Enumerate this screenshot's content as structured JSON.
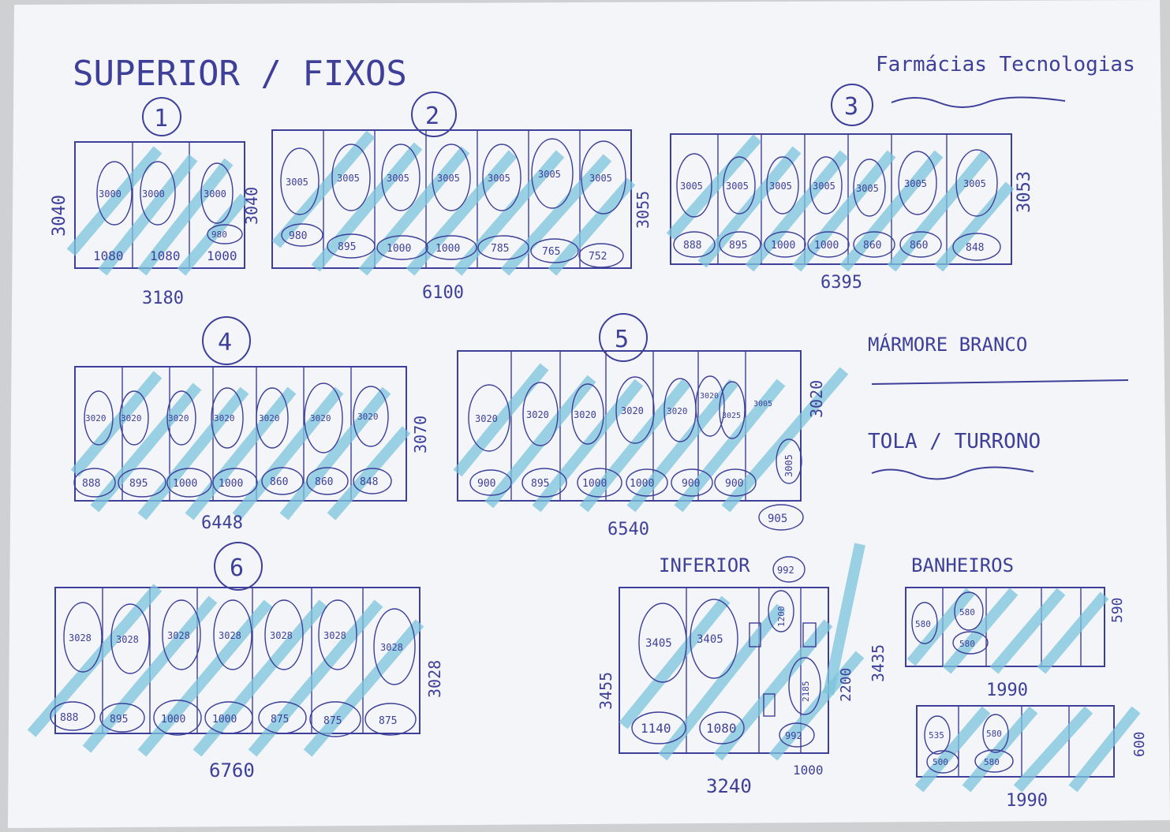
{
  "colors": {
    "ink": "#3d3f99",
    "hatch": "#7cc4dc",
    "paper": "#f4f5f8",
    "background": "#cfd0d2"
  },
  "title": "SUPERIOR / FIXOS",
  "header_right": "Farmácias Tecnologias",
  "notes": {
    "marble": "MÁRMORE BRANCO",
    "finish": "TOLA / TURRONO"
  },
  "sections": {
    "inferior": "INFERIOR",
    "banheiros": "BANHEIROS"
  },
  "panels": [
    {
      "number": "1",
      "height": "3040",
      "width": "3180",
      "top_labels": [
        "3000",
        "3000",
        "3000"
      ],
      "bottom_labels": [
        "1080",
        "1080",
        "1000"
      ],
      "extra": [
        "980"
      ]
    },
    {
      "number": "2",
      "height": "3040",
      "width": "6100",
      "right_height": "3055",
      "top_labels": [
        "3005",
        "3005",
        "3005",
        "3005",
        "3005",
        "3005",
        "3005"
      ],
      "bottom_labels": [
        "980",
        "895",
        "1000",
        "1000",
        "785",
        "765",
        "752"
      ]
    },
    {
      "number": "3",
      "height": "3053",
      "width": "6395",
      "top_labels": [
        "3005",
        "3005",
        "3005",
        "3005",
        "3005",
        "3005",
        "3005"
      ],
      "bottom_labels": [
        "888",
        "895",
        "1000",
        "1000",
        "860",
        "860",
        "848"
      ]
    },
    {
      "number": "4",
      "height": "3070",
      "width": "6448",
      "top_labels": [
        "3020",
        "3020",
        "3020",
        "3020",
        "3020",
        "3020",
        "3020"
      ],
      "bottom_labels": [
        "888",
        "895",
        "1000",
        "1000",
        "860",
        "860",
        "848"
      ]
    },
    {
      "number": "5",
      "height": "3020",
      "width": "6540",
      "top_labels": [
        "3020",
        "3020",
        "3020",
        "3020",
        "3020",
        "3020",
        "3025",
        "3005"
      ],
      "bottom_labels": [
        "900",
        "895",
        "1000",
        "1000",
        "900",
        "900",
        "3005"
      ],
      "extra": [
        "905"
      ]
    },
    {
      "number": "6",
      "height": "3028",
      "width": "6760",
      "top_labels": [
        "3028",
        "3028",
        "3028",
        "3028",
        "3028",
        "3028",
        "3028"
      ],
      "bottom_labels": [
        "888",
        "895",
        "1000",
        "1000",
        "875",
        "875",
        "875"
      ]
    }
  ],
  "inferior": {
    "height": "3455",
    "width": "3240",
    "right_height": "2200",
    "bottom_right": "1000",
    "top_labels": [
      "3405",
      "3405"
    ],
    "bottom_labels": [
      "1140",
      "1080"
    ],
    "side_labels": [
      "992",
      "1200",
      "2185",
      "992"
    ]
  },
  "banheiros": [
    {
      "width": "1990",
      "height": "590",
      "left_height": "3435",
      "labels": [
        "580",
        "580",
        "580"
      ]
    },
    {
      "width": "1990",
      "height": "600",
      "labels": [
        "535",
        "500",
        "580",
        "580"
      ]
    }
  ]
}
